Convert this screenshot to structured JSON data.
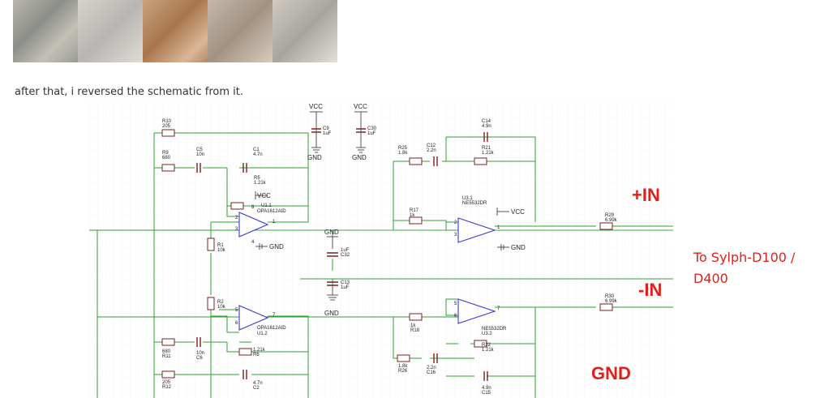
{
  "caption": "after that, i reversed the schematic from it.",
  "overlays": {
    "in_plus": "+IN",
    "in_minus": "-IN",
    "gnd": "GND",
    "to_line1": "To Sylph-D100 /",
    "to_line2": "D400"
  },
  "schematic": {
    "vcc": "VCC",
    "gnd": "GND",
    "components": {
      "r10": [
        "R10",
        "205"
      ],
      "r9": [
        "R9",
        "680"
      ],
      "c5": [
        "C5",
        "10n"
      ],
      "c1": [
        "C1",
        "4.7n"
      ],
      "r5": [
        "R5",
        "1.21k"
      ],
      "u11": [
        "U1.1",
        "OPA1612AID"
      ],
      "r1": [
        "R1",
        "10k"
      ],
      "r2": [
        "R2",
        "10k"
      ],
      "u12": [
        "OPA1612AID",
        "U1.2"
      ],
      "r11": [
        "680",
        "R11"
      ],
      "c6": [
        "10n",
        "C6"
      ],
      "r6": [
        "1.21k",
        "R6"
      ],
      "r12": [
        "205",
        "R12"
      ],
      "c2": [
        "4.7n",
        "C2"
      ],
      "c9": [
        "C9",
        "1uF"
      ],
      "c30": [
        "C30",
        "1uF"
      ],
      "c32": [
        "1uF",
        "C32"
      ],
      "c13": [
        "C13",
        "1uF"
      ],
      "r25": [
        "R25",
        "1.8k"
      ],
      "c12": [
        "C12",
        "2.2n"
      ],
      "r17": [
        "R17",
        "1k"
      ],
      "r18": [
        "1k",
        "R18"
      ],
      "r26": [
        "1.8k",
        "R26"
      ],
      "c16": [
        "2.2n",
        "C16"
      ],
      "c14": [
        "C14",
        "4.9n"
      ],
      "r21": [
        "R21",
        "1.21k"
      ],
      "u31": [
        "U3.1",
        "NE5532DR"
      ],
      "u32": [
        "NE5532DR",
        "U3.2"
      ],
      "r22": [
        "R22",
        "1.21k"
      ],
      "c15": [
        "4.9n",
        "C15"
      ],
      "r29": [
        "R29",
        "6.99k"
      ],
      "r30": [
        "R30",
        "6.99k"
      ]
    },
    "pins": [
      "2",
      "3",
      "1",
      "8",
      "4",
      "5",
      "6",
      "7"
    ]
  }
}
